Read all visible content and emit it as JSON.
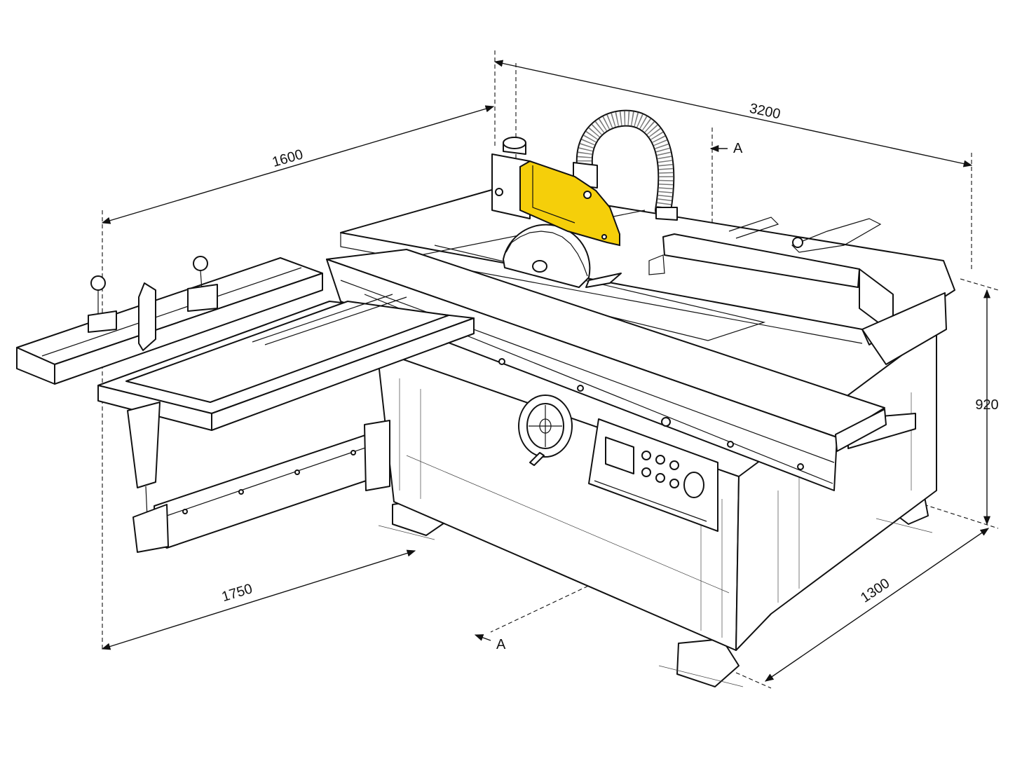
{
  "dimensions": {
    "overall_length": "3200",
    "table_length": "1600",
    "carriage_length": "1750",
    "depth": "1300",
    "height": "920"
  },
  "section_marks": {
    "top": "A",
    "bottom": "A"
  },
  "colors": {
    "highlight": "#f5cf0a",
    "line": "#111111"
  },
  "highlighted_part": "blade-guard"
}
